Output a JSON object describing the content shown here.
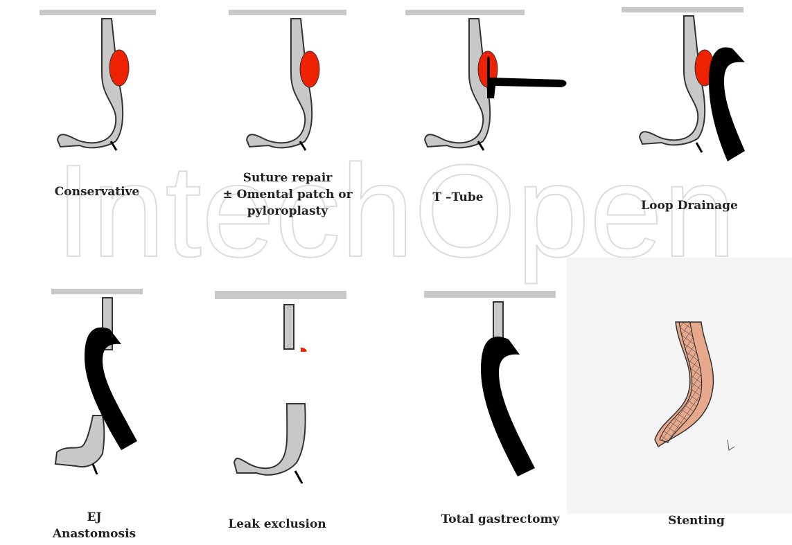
{
  "figure": {
    "watermark_text": "IntechOpen",
    "panels": [
      {
        "id": "conservative",
        "label_lines": [
          "Conservative"
        ]
      },
      {
        "id": "suture-repair",
        "label_lines": [
          "Suture repair",
          "± Omental patch or",
          "pyloroplasty"
        ]
      },
      {
        "id": "t-tube",
        "label_lines": [
          "T –Tube"
        ]
      },
      {
        "id": "loop-drainage",
        "label_lines": [
          "Loop Drainage"
        ]
      },
      {
        "id": "ej-anastomosis",
        "label_lines": [
          "EJ",
          "Anastomosis"
        ]
      },
      {
        "id": "leak-exclusion",
        "label_lines": [
          "Leak exclusion"
        ]
      },
      {
        "id": "total-gastrectomy",
        "label_lines": [
          "Total gastrectomy"
        ]
      },
      {
        "id": "stenting",
        "label_lines": [
          "Stenting"
        ]
      }
    ]
  },
  "colors": {
    "leak": "#ee2200",
    "stomach": "#c8c8c8",
    "outline": "#333333",
    "drain": "#000000",
    "stent_tissue": "#e8a88c",
    "header_bar": "#c9c9c9",
    "watermark": "#dcdcdc"
  }
}
